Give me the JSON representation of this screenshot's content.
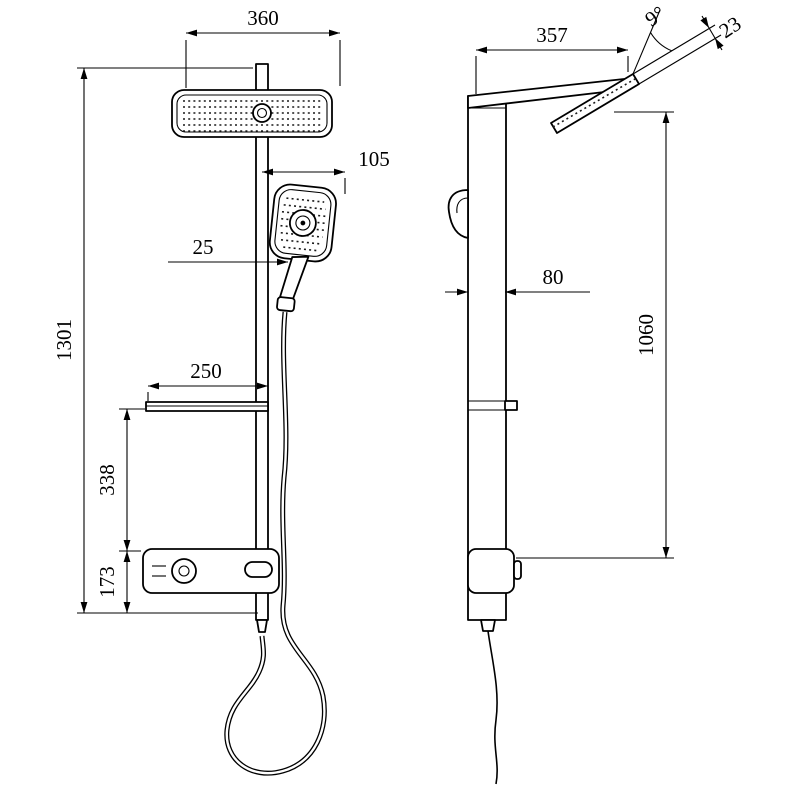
{
  "colors": {
    "line": "#000000",
    "background": "#ffffff"
  },
  "front_view": {
    "head_width_mm": "360",
    "hand_shower_offset_mm": "105",
    "bar_clearance_mm": "25",
    "total_height_mm": "1301",
    "shelf_width_mm": "250",
    "shelf_to_panel_mm": "338",
    "panel_to_bottom_mm": "173"
  },
  "side_view": {
    "top_depth_mm": "357",
    "head_angle": "9°",
    "head_thickness_mm": "23",
    "column_depth_mm": "80",
    "column_height_mm": "1060"
  }
}
